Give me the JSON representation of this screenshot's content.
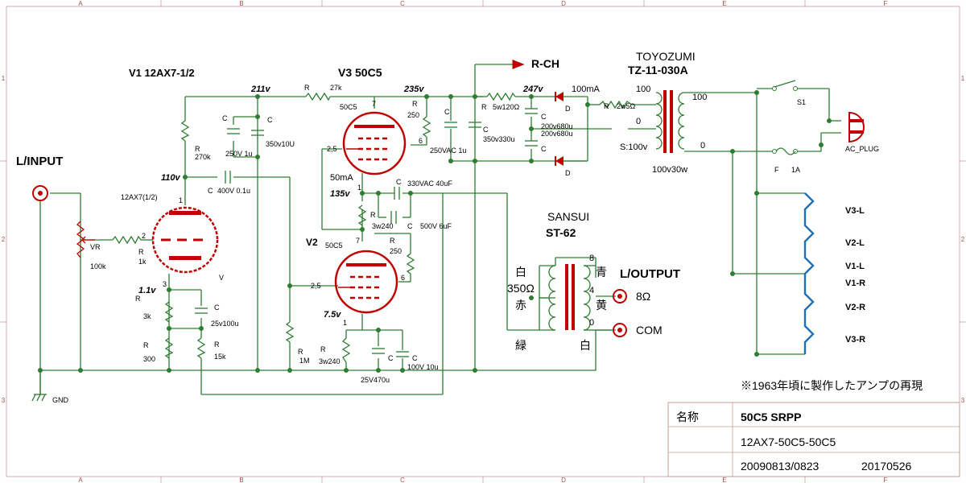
{
  "border": {
    "cols": [
      "A",
      "B",
      "C",
      "D",
      "E",
      "F"
    ],
    "rows": [
      "1",
      "2",
      "3"
    ]
  },
  "labels": {
    "v1_title": "V1   12AX7-1/2",
    "v3_title": "V3   50C5",
    "r_ch": "R-CH",
    "toyozumi": "TOYOZUMI",
    "tz_model": "TZ-11-030A",
    "l_input": "L/INPUT",
    "gnd": "GND",
    "l_output": "L/OUTPUT",
    "sansui": "SANSUI",
    "st62": "ST-62",
    "v2_label": "V2",
    "v12ax7": "12AX7(1/2)",
    "v_tag": "V",
    "ac_plug": "AC_PLUG",
    "s1": "S1",
    "f": "F",
    "f_rating": "1A",
    "c_label": "C",
    "r_label": "R",
    "d_label": "D",
    "vr_label": "VR",
    "out_8": "8Ω",
    "out_com": "COM",
    "note": "※1963年頃に製作したアンプの再現"
  },
  "voltages": {
    "v211": "211v",
    "v235": "235v",
    "v247": "247v",
    "v110": "110v",
    "v135": "135v",
    "v1_1": "1.1v",
    "v7_5": "7.5v",
    "ma50": "50mA",
    "ma100": "100mA"
  },
  "parts": {
    "r27k": "27k",
    "r270k": "270k",
    "r250a": "250",
    "r250b": "250",
    "c250v1u": "250V 1u",
    "c350v10u": "350v10U",
    "c250vac1u": "250VAC 1u",
    "c350v330u": "350v330u",
    "r5w120": "5w120Ω",
    "r2w5": "2w5Ω",
    "c200v680a": "200v680u",
    "c200v680b": "200v680u",
    "c400v01u": "400V 0.1u",
    "c330vac40u": "330VAC 40uF",
    "c500v6u": "500V 6uF",
    "r3w240a": "3w240",
    "r3w240b": "3w240",
    "vr100k": "100k",
    "r1k": "1k",
    "r3k": "3k",
    "r300": "300",
    "r15k": "15k",
    "c25v100u": "25v100u",
    "r1m": "1M",
    "c25v470u": "25V470u",
    "c100v10u": "100V  10u",
    "tube_50c5a": "50C5",
    "tube_50c5b": "50C5",
    "pin_7a": "7",
    "pin_6a": "6",
    "pin_2_5a": "2,5",
    "pin_1a": "1",
    "pin_7b": "7",
    "pin_6b": "6",
    "pin_2_5b": "2,5",
    "pin_1b": "1",
    "pin_1c": "1",
    "pin_2c": "2",
    "pin_3c": "3",
    "tz_100a": "100",
    "tz_0a": "0",
    "tz_100b": "100",
    "tz_0b": "0",
    "tz_s": "S:100v",
    "tz_power": "100v30w",
    "st_8": "8",
    "st_4": "4",
    "st_0": "0",
    "st_white1": "白",
    "st_350": "350Ω",
    "st_red": "赤",
    "st_green": "緑",
    "st_blue": "青",
    "st_yellow": "黄",
    "st_white2": "白"
  },
  "heaters": [
    "V3-L",
    "V2-L",
    "V1-L",
    "V1-R",
    "V2-R",
    "V3-R"
  ],
  "title_block": {
    "name_label": "名称",
    "name": "50C5 SRPP",
    "tubes": "12AX7-50C5-50C5",
    "date1": "20090813/0823",
    "date2": "20170526"
  },
  "colors": {
    "wire": "#2e7d32",
    "tube": "#c00000",
    "heater": "#1f6fb5",
    "border": "#c89b9b"
  }
}
